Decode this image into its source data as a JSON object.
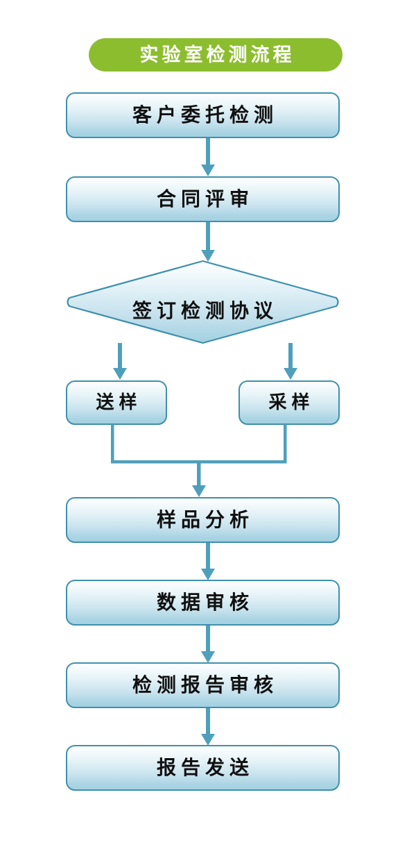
{
  "diagram": {
    "title": "实验室检测流程",
    "title_bg_color": "#8CBD2F",
    "title_text_color": "#FFFFFF",
    "node_border_color": "#3E90AD",
    "node_fill_top_color": "#FCFEFF",
    "node_fill_bottom_color": "#A3D0E0",
    "connector_color": "#4E9FBC",
    "background_color": "#FFFFFF",
    "orientation": "top-to-bottom",
    "nodes": [
      {
        "id": "n1",
        "label": "客户委托检测",
        "shape": "rounded-rectangle"
      },
      {
        "id": "n2",
        "label": "合同评审",
        "shape": "rounded-rectangle"
      },
      {
        "id": "n3",
        "label": "签订检测协议",
        "shape": "diamond"
      },
      {
        "id": "n4",
        "label": "送样",
        "shape": "rounded-rectangle"
      },
      {
        "id": "n5",
        "label": "采样",
        "shape": "rounded-rectangle"
      },
      {
        "id": "n6",
        "label": "样品分析",
        "shape": "rounded-rectangle"
      },
      {
        "id": "n7",
        "label": "数据审核",
        "shape": "rounded-rectangle"
      },
      {
        "id": "n8",
        "label": "检测报告审核",
        "shape": "rounded-rectangle"
      },
      {
        "id": "n9",
        "label": "报告发送",
        "shape": "rounded-rectangle"
      }
    ],
    "edges": [
      {
        "from": "n1",
        "to": "n2",
        "type": "arrow-down"
      },
      {
        "from": "n2",
        "to": "n3",
        "type": "arrow-down"
      },
      {
        "from": "n3",
        "to": "n4",
        "type": "arrow-down-left-branch"
      },
      {
        "from": "n3",
        "to": "n5",
        "type": "arrow-down-right-branch"
      },
      {
        "from": "n4",
        "to": "n6",
        "type": "merge-arrow-down"
      },
      {
        "from": "n5",
        "to": "n6",
        "type": "merge-arrow-down"
      },
      {
        "from": "n6",
        "to": "n7",
        "type": "arrow-down"
      },
      {
        "from": "n7",
        "to": "n8",
        "type": "arrow-down"
      },
      {
        "from": "n8",
        "to": "n9",
        "type": "arrow-down"
      }
    ]
  }
}
